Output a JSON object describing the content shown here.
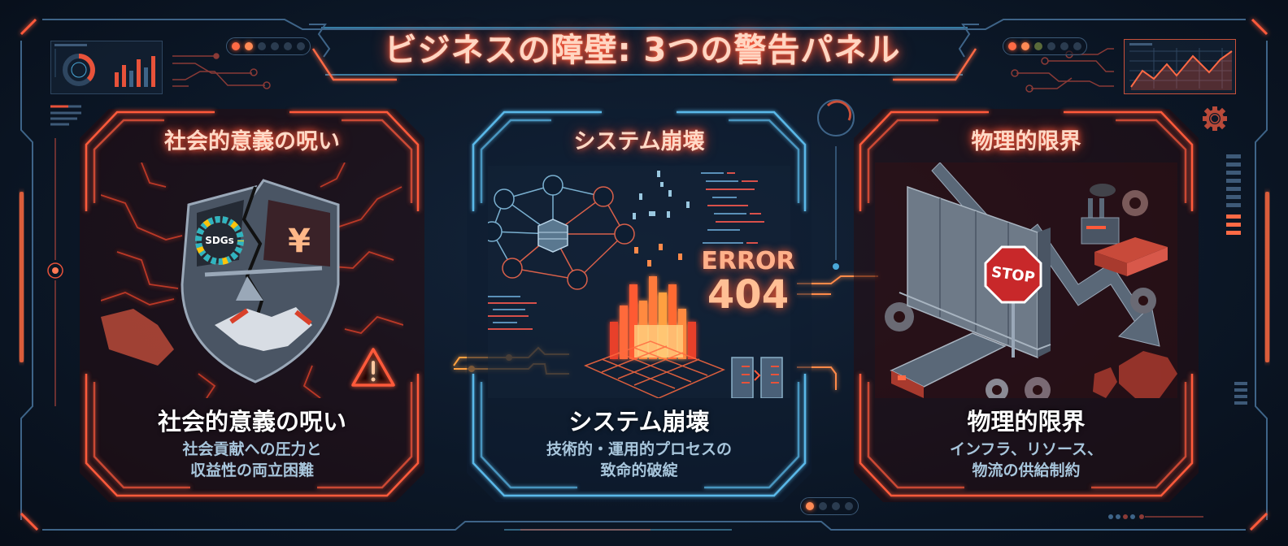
{
  "header": {
    "title": "ビジネスの障壁: 3つの警告パネル"
  },
  "panels": [
    {
      "id": "social",
      "heading": "社会的意義の呪い",
      "title": "社会的意義の呪い",
      "description_line1": "社会貢献への圧力と",
      "description_line2": "収益性の両立困難",
      "theme_color": "#e8523a",
      "icons": [
        "cracked-shield-icon",
        "sdgs-wheel-icon",
        "yen-icon",
        "balance-scale-icon",
        "handshake-icon",
        "warning-triangle-icon"
      ],
      "labels": {
        "sdgs": "SDGs",
        "yen": "¥"
      }
    },
    {
      "id": "system",
      "heading": "システム崩壊",
      "title": "システム崩壊",
      "description_line1": "技術的・運用的プロセスの",
      "description_line2": "致命的破綻",
      "theme_color": "#4aa8d8",
      "icons": [
        "network-diagram-icon",
        "server-stack-icon",
        "pixel-fire-icon",
        "broken-server-icon",
        "code-lines-icon"
      ],
      "labels": {
        "error": "ERROR",
        "code": "404"
      }
    },
    {
      "id": "physical",
      "heading": "物理的限界",
      "title": "物理的限界",
      "description_line1": "インフラ、リソース、",
      "description_line2": "物流の供給制約",
      "theme_color": "#e8523a",
      "icons": [
        "concrete-wall-icon",
        "stop-sign-icon",
        "train-icon",
        "factory-icon",
        "gear-icon",
        "down-trend-arrow-icon",
        "world-map-icon"
      ],
      "labels": {
        "stop": "STOP"
      }
    }
  ],
  "decor": {
    "status_lights_left": [
      "on",
      "on2",
      "off",
      "off",
      "off",
      "off"
    ],
    "status_lights_right": [
      "on",
      "on2",
      "green",
      "off",
      "off",
      "off"
    ],
    "status_lights_bottom": [
      "on",
      "off",
      "off",
      "off"
    ],
    "mini_bar_chart": [
      40,
      62,
      48,
      78,
      60,
      90
    ],
    "mini_line_chart": [
      20,
      45,
      30,
      58,
      35,
      72,
      50,
      40,
      62,
      80
    ]
  },
  "colors": {
    "background": "#0c1828",
    "accent_red": "#e8523a",
    "accent_blue": "#4aa8d8",
    "frame_blue": "#3e6488"
  }
}
